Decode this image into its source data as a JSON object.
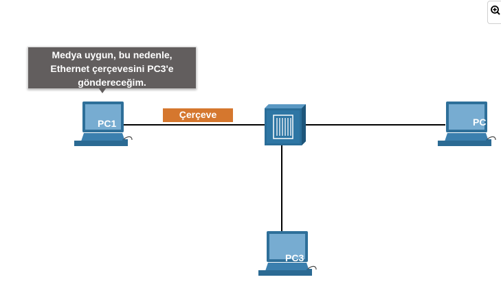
{
  "tooltip": {
    "lines": [
      "Medya uygun, bu nedenle,",
      "Ethernet çerçevesini PC3'e",
      "göndereceğim."
    ]
  },
  "frame": {
    "label": "Çerçeve"
  },
  "devices": {
    "pc1": {
      "label": "PC1"
    },
    "pc2": {
      "label": "PC"
    },
    "pc3": {
      "label": "PC3"
    }
  },
  "controls": {
    "zoom_icon": "zoom-in-icon"
  },
  "colors": {
    "device_blue": "#2e6f99",
    "frame_orange": "#d5772e",
    "tooltip_bg": "#625e5e"
  }
}
